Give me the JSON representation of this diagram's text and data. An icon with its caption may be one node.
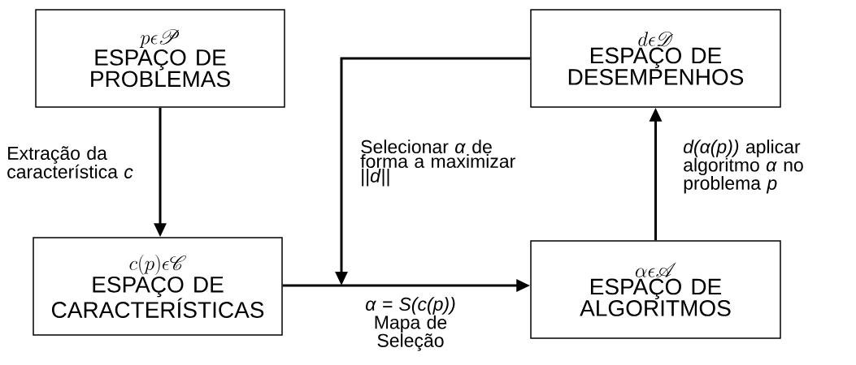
{
  "diagram": {
    "nodes": [
      {
        "text": [
          "p \\epsilon \\mathscr{P}",
          "ESPAÇO DE PROBLEMAS"
        ]
      },
      {
        "text": [
          "d \\epsilon \\mathscr{D}",
          "ESPAÇO DE DESEMPENHOS"
        ]
      },
      {
        "text": [
          "c(p) \\epsilon \\mathscr{C}",
          "ESPAÇO DE CARACTERÍSTICAS"
        ]
      },
      {
        "text": [
          "\\alpha \\epsilon \\mathscr{A}",
          "ESPAÇO DE ALGORITMOS"
        ]
      }
    ],
    "edges": [
      {
        "from": 0,
        "to": 2,
        "arrow": "to",
        "label": "Extração da característica *c*"
      },
      {
        "from": 2,
        "to": 3,
        "arrow": "to",
        "label": "*α = S(c(p))* Mapa de Seleção"
      },
      {
        "from": 3,
        "to": 1,
        "arrow": "to",
        "label": "*d(α(p))* aplicar algoritmo *α* no problema *p*"
      },
      {
        "from": 1,
        "to": null,
        "arrow": "to",
        "label": "Selecionar *α* de forma a maximizar ||*d*||"
      }
    ]
  }
}
